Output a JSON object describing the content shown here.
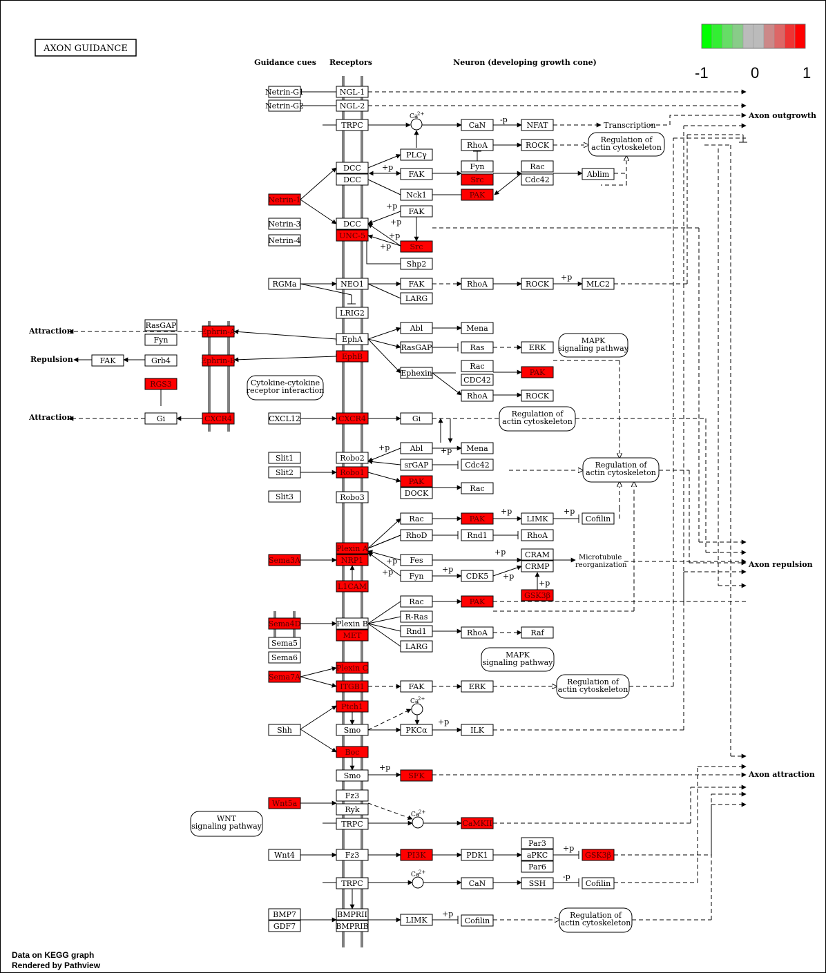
{
  "title": "AXON GUIDANCE",
  "columns": {
    "cues": "Guidance cues",
    "receptors": "Receptors",
    "neuron": "Neuron (developing growth cone)"
  },
  "legend": {
    "min": "-1",
    "mid": "0",
    "max": "1",
    "colors": [
      "#00ff00",
      "#33ee33",
      "#66dd66",
      "#88cc88",
      "#bbbbbb",
      "#bbbbbb",
      "#cc8888",
      "#dd6666",
      "#ee3333",
      "#ff0000"
    ]
  },
  "footer": {
    "line1": "Data on KEGG graph",
    "line2": "Rendered by Pathview"
  },
  "colors": {
    "up": "#ff0000",
    "normal": "#ffffff"
  },
  "outcomes": {
    "outgrowth": "Axon outgrowth",
    "repulsion": "Axon repulsion",
    "attraction": "Axon attraction",
    "attraction_left": "Attraction",
    "repulsion_left": "Repulsion"
  },
  "edge_labels": {
    "plus_p": "+p",
    "minus_p": "-p",
    "ca": "Ca",
    "ca_sup": "2+",
    "transcription": "Transcription",
    "microtubule1": "Microtubule",
    "microtubule2": "reorganization"
  },
  "pathways": [
    {
      "id": "p1",
      "lines": [
        "Regulation of",
        "actin cytoskeleton"
      ]
    },
    {
      "id": "p2",
      "lines": [
        "MAPK",
        "signaling pathway"
      ]
    },
    {
      "id": "p3",
      "lines": [
        "Cytokine-cytokine",
        "receptor interaction"
      ]
    },
    {
      "id": "p4",
      "lines": [
        "Regulation of",
        "actin cytoskeleton"
      ]
    },
    {
      "id": "p5",
      "lines": [
        "Regulation of",
        "actin cytoskeleton"
      ]
    },
    {
      "id": "p6",
      "lines": [
        "MAPK",
        "signaling pathway"
      ]
    },
    {
      "id": "p7",
      "lines": [
        "Regulation of",
        "actin cytoskeleton"
      ]
    },
    {
      "id": "p8",
      "lines": [
        "WNT",
        "signaling pathway"
      ]
    },
    {
      "id": "p9",
      "lines": [
        "Regulation of",
        "actin cytoskeleton"
      ]
    }
  ],
  "genes": [
    {
      "id": "g1",
      "label": "Netrin-G1",
      "red": false
    },
    {
      "id": "g2",
      "label": "Netrin-G2",
      "red": false
    },
    {
      "id": "g3",
      "label": "NGL-1",
      "red": false
    },
    {
      "id": "g4",
      "label": "NGL-2",
      "red": false
    },
    {
      "id": "g5",
      "label": "TRPC",
      "red": false
    },
    {
      "id": "g6",
      "label": "CaN",
      "red": false
    },
    {
      "id": "g7",
      "label": "NFAT",
      "red": false
    },
    {
      "id": "g8",
      "label": "PLCγ",
      "red": false
    },
    {
      "id": "g9",
      "label": "RhoA",
      "red": false
    },
    {
      "id": "g10",
      "label": "ROCK",
      "red": false
    },
    {
      "id": "g11",
      "label": "DCC",
      "red": false
    },
    {
      "id": "g12",
      "label": "DCC",
      "red": false
    },
    {
      "id": "g13",
      "label": "FAK",
      "red": false
    },
    {
      "id": "g14",
      "label": "Fyn",
      "red": false
    },
    {
      "id": "g15",
      "label": "Src",
      "red": true
    },
    {
      "id": "g16",
      "label": "Rac",
      "red": false
    },
    {
      "id": "g17",
      "label": "Cdc42",
      "red": false
    },
    {
      "id": "g18",
      "label": "Ablim",
      "red": false
    },
    {
      "id": "g19",
      "label": "Netrin-1",
      "red": true
    },
    {
      "id": "g20",
      "label": "Nck1",
      "red": false
    },
    {
      "id": "g21",
      "label": "PAK",
      "red": true
    },
    {
      "id": "g22",
      "label": "FAK",
      "red": false
    },
    {
      "id": "g23",
      "label": "Netrin-3",
      "red": false
    },
    {
      "id": "g24",
      "label": "DCC",
      "red": false
    },
    {
      "id": "g25",
      "label": "UNC-5",
      "red": true
    },
    {
      "id": "g26",
      "label": "Src",
      "red": true
    },
    {
      "id": "g27",
      "label": "Netrin-4",
      "red": false
    },
    {
      "id": "g28",
      "label": "Shp2",
      "red": false
    },
    {
      "id": "g29",
      "label": "RGMa",
      "red": false
    },
    {
      "id": "g30",
      "label": "NEO1",
      "red": false
    },
    {
      "id": "g31",
      "label": "FAK",
      "red": false
    },
    {
      "id": "g32",
      "label": "RhoA",
      "red": false
    },
    {
      "id": "g33",
      "label": "ROCK",
      "red": false
    },
    {
      "id": "g34",
      "label": "MLC2",
      "red": false
    },
    {
      "id": "g35",
      "label": "LARG",
      "red": false
    },
    {
      "id": "g36",
      "label": "LRIG2",
      "red": false
    },
    {
      "id": "g37",
      "label": "RasGAP",
      "red": false
    },
    {
      "id": "g38",
      "label": "Ephrin-A",
      "red": true
    },
    {
      "id": "g39",
      "label": "Abl",
      "red": false
    },
    {
      "id": "g40",
      "label": "Mena",
      "red": false
    },
    {
      "id": "g41",
      "label": "Fyn",
      "red": false
    },
    {
      "id": "g42",
      "label": "EphA",
      "red": false
    },
    {
      "id": "g43",
      "label": "RasGAP",
      "red": false
    },
    {
      "id": "g44",
      "label": "Ras",
      "red": false
    },
    {
      "id": "g45",
      "label": "ERK",
      "red": false
    },
    {
      "id": "g46",
      "label": "FAK",
      "red": false
    },
    {
      "id": "g47",
      "label": "Grb4",
      "red": false
    },
    {
      "id": "g48",
      "label": "Ephrin-B",
      "red": true
    },
    {
      "id": "g49",
      "label": "EphB",
      "red": true
    },
    {
      "id": "g50",
      "label": "Rac",
      "red": false
    },
    {
      "id": "g51",
      "label": "Ephexin",
      "red": false
    },
    {
      "id": "g52",
      "label": "PAK",
      "red": true
    },
    {
      "id": "g53",
      "label": "RGS3",
      "red": true
    },
    {
      "id": "g54",
      "label": "CDC42",
      "red": false
    },
    {
      "id": "g55",
      "label": "RhoA",
      "red": false
    },
    {
      "id": "g56",
      "label": "ROCK",
      "red": false
    },
    {
      "id": "g57",
      "label": "Gi",
      "red": false
    },
    {
      "id": "g58",
      "label": "CXCR4",
      "red": true
    },
    {
      "id": "g59",
      "label": "CXCL12",
      "red": false
    },
    {
      "id": "g60",
      "label": "CXCR4",
      "red": true
    },
    {
      "id": "g61",
      "label": "Gi",
      "red": false
    },
    {
      "id": "g62",
      "label": "Abl",
      "red": false
    },
    {
      "id": "g63",
      "label": "Mena",
      "red": false
    },
    {
      "id": "g64",
      "label": "Slit1",
      "red": false
    },
    {
      "id": "g65",
      "label": "Robo2",
      "red": false
    },
    {
      "id": "g66",
      "label": "srGAP",
      "red": false
    },
    {
      "id": "g67",
      "label": "Cdc42",
      "red": false
    },
    {
      "id": "g68",
      "label": "Slit2",
      "red": false
    },
    {
      "id": "g69",
      "label": "Robo1",
      "red": true
    },
    {
      "id": "g70",
      "label": "PAK",
      "red": true
    },
    {
      "id": "g71",
      "label": "DOCK",
      "red": false
    },
    {
      "id": "g72",
      "label": "Rac",
      "red": false
    },
    {
      "id": "g73",
      "label": "Slit3",
      "red": false
    },
    {
      "id": "g74",
      "label": "Robo3",
      "red": false
    },
    {
      "id": "g75",
      "label": "Rac",
      "red": false
    },
    {
      "id": "g76",
      "label": "PAK",
      "red": true
    },
    {
      "id": "g77",
      "label": "LIMK",
      "red": false
    },
    {
      "id": "g78",
      "label": "Cofilin",
      "red": false
    },
    {
      "id": "g79",
      "label": "RhoD",
      "red": false
    },
    {
      "id": "g80",
      "label": "Rnd1",
      "red": false
    },
    {
      "id": "g81",
      "label": "RhoA",
      "red": false
    },
    {
      "id": "g82",
      "label": "Plexin A",
      "red": true
    },
    {
      "id": "g83",
      "label": "CRAM",
      "red": false
    },
    {
      "id": "g84",
      "label": "Sema3A",
      "red": true
    },
    {
      "id": "g85",
      "label": "NRP1",
      "red": true
    },
    {
      "id": "g86",
      "label": "Fes",
      "red": false
    },
    {
      "id": "g87",
      "label": "CRMP",
      "red": false
    },
    {
      "id": "g88",
      "label": "Fyn",
      "red": false
    },
    {
      "id": "g89",
      "label": "CDK5",
      "red": false
    },
    {
      "id": "g90",
      "label": "L1CAM",
      "red": true
    },
    {
      "id": "g91",
      "label": "GSK3β",
      "red": true
    },
    {
      "id": "g92",
      "label": "Rac",
      "red": false
    },
    {
      "id": "g93",
      "label": "PAK",
      "red": true
    },
    {
      "id": "g94",
      "label": "R-Ras",
      "red": false
    },
    {
      "id": "g95",
      "label": "Sema4D",
      "red": true
    },
    {
      "id": "g96",
      "label": "Plexin B",
      "red": false
    },
    {
      "id": "g97",
      "label": "Rnd1",
      "red": false
    },
    {
      "id": "g98",
      "label": "RhoA",
      "red": false
    },
    {
      "id": "g99",
      "label": "Raf",
      "red": false
    },
    {
      "id": "g100",
      "label": "MET",
      "red": true
    },
    {
      "id": "g101",
      "label": "Sema5",
      "red": false
    },
    {
      "id": "g102",
      "label": "LARG",
      "red": false
    },
    {
      "id": "g103",
      "label": "Sema6",
      "red": false
    },
    {
      "id": "g104",
      "label": "Plexin C",
      "red": true
    },
    {
      "id": "g105",
      "label": "Sema7A",
      "red": true
    },
    {
      "id": "g106",
      "label": "ITGB1",
      "red": true
    },
    {
      "id": "g107",
      "label": "FAK",
      "red": false
    },
    {
      "id": "g108",
      "label": "ERK",
      "red": false
    },
    {
      "id": "g109",
      "label": "Ptch1",
      "red": true
    },
    {
      "id": "g110",
      "label": "Shh",
      "red": false
    },
    {
      "id": "g111",
      "label": "Smo",
      "red": false
    },
    {
      "id": "g112",
      "label": "PKCα",
      "red": false
    },
    {
      "id": "g113",
      "label": "ILK",
      "red": false
    },
    {
      "id": "g114",
      "label": "Boc",
      "red": true
    },
    {
      "id": "g115",
      "label": "Smo",
      "red": false
    },
    {
      "id": "g116",
      "label": "SFK",
      "red": true
    },
    {
      "id": "g117",
      "label": "Fz3",
      "red": false
    },
    {
      "id": "g118",
      "label": "Wnt5a",
      "red": true
    },
    {
      "id": "g119",
      "label": "Ryk",
      "red": false
    },
    {
      "id": "g120",
      "label": "TRPC",
      "red": false
    },
    {
      "id": "g121",
      "label": "CaMKII",
      "red": true
    },
    {
      "id": "g122",
      "label": "Par3",
      "red": false
    },
    {
      "id": "g123",
      "label": "Wnt4",
      "red": false
    },
    {
      "id": "g124",
      "label": "Fz3",
      "red": false
    },
    {
      "id": "g125",
      "label": "PI3K",
      "red": true
    },
    {
      "id": "g126",
      "label": "PDK1",
      "red": false
    },
    {
      "id": "g127",
      "label": "aPKC",
      "red": false
    },
    {
      "id": "g128",
      "label": "GSK3β",
      "red": true
    },
    {
      "id": "g129",
      "label": "Par6",
      "red": false
    },
    {
      "id": "g130",
      "label": "TRPC",
      "red": false
    },
    {
      "id": "g131",
      "label": "CaN",
      "red": false
    },
    {
      "id": "g132",
      "label": "SSH",
      "red": false
    },
    {
      "id": "g133",
      "label": "Cofilin",
      "red": false
    },
    {
      "id": "g134",
      "label": "BMP7",
      "red": false
    },
    {
      "id": "g135",
      "label": "BMPRII",
      "red": false
    },
    {
      "id": "g136",
      "label": "GDF7",
      "red": false
    },
    {
      "id": "g137",
      "label": "BMPRIB",
      "red": false
    },
    {
      "id": "g138",
      "label": "LIMK",
      "red": false
    },
    {
      "id": "g139",
      "label": "Cofilin",
      "red": false
    }
  ]
}
